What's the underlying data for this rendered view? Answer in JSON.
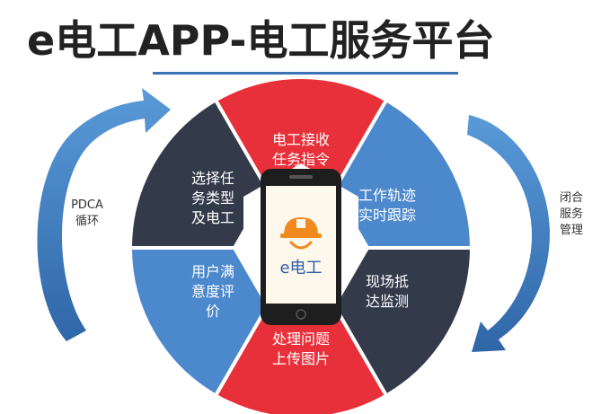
{
  "header": {
    "title": "e电工APP-电工服务平台"
  },
  "colors": {
    "red": "#e8303a",
    "blue": "#4c88cc",
    "dark": "#333a4a",
    "arrow_blue": "#3f7fc4",
    "underline": "#3a73b6"
  },
  "segments": [
    {
      "id": "top",
      "lines": [
        "电工接收",
        "任务指令"
      ],
      "color": "#e8303a"
    },
    {
      "id": "upper-right",
      "lines": [
        "工作轨迹",
        "实时跟踪"
      ],
      "color": "#4c88cc"
    },
    {
      "id": "lower-right",
      "lines": [
        "现场抵",
        "达监测"
      ],
      "color": "#333a4a"
    },
    {
      "id": "bottom",
      "lines": [
        "处理问题",
        "上传图片"
      ],
      "color": "#e8303a"
    },
    {
      "id": "lower-left",
      "lines": [
        "用户满",
        "意度评",
        "价"
      ],
      "color": "#4c88cc"
    },
    {
      "id": "upper-left",
      "lines": [
        "选择任",
        "务类型",
        "及电工"
      ],
      "color": "#333a4a"
    }
  ],
  "left_cycle": {
    "lines": [
      "PDCA",
      "循环"
    ]
  },
  "right_cycle": {
    "lines": [
      "闭合",
      "服务",
      "管理"
    ]
  },
  "phone": {
    "logo_text": "e电工",
    "logo_icon": "helmet-smile-icon"
  }
}
